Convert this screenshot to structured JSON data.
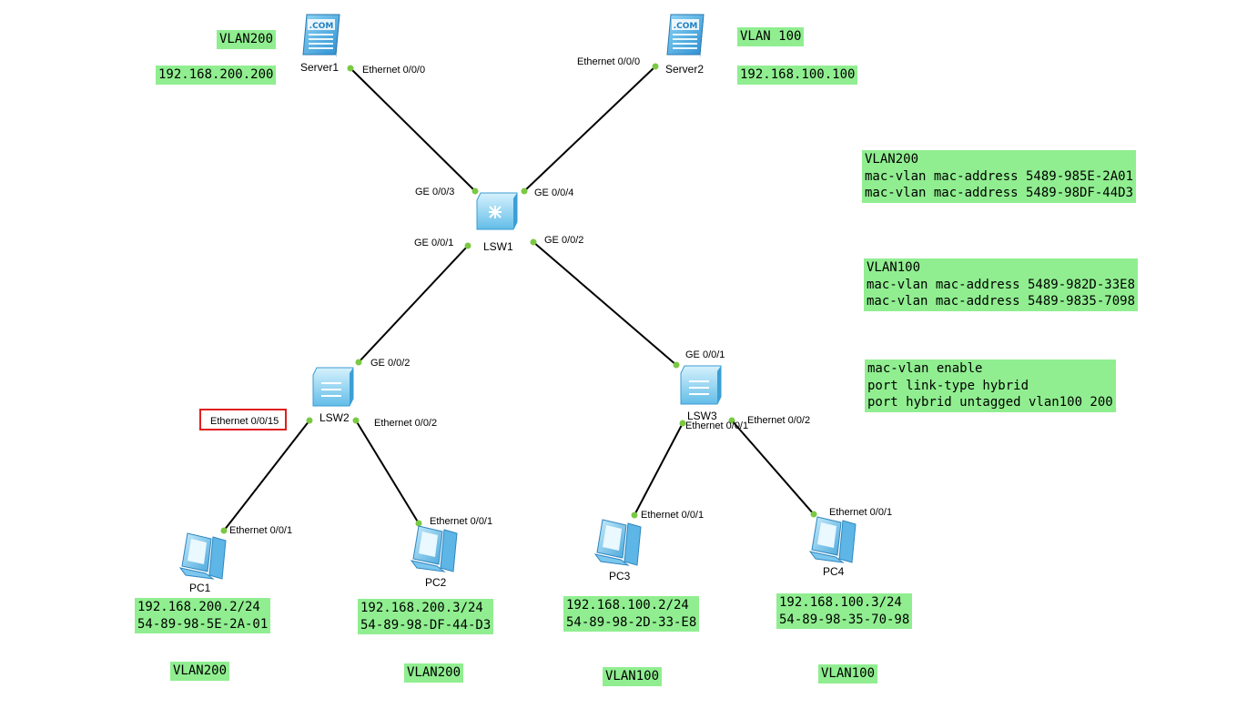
{
  "devices": {
    "server1": "Server1",
    "server2": "Server2",
    "lsw1": "LSW1",
    "lsw2": "LSW2",
    "lsw3": "LSW3",
    "pc1": "PC1",
    "pc2": "PC2",
    "pc3": "PC3",
    "pc4": "PC4",
    "server_badge": ".COM"
  },
  "ports": {
    "server1_eth": "Ethernet 0/0/0",
    "server2_eth": "Ethernet 0/0/0",
    "lsw1_ge3": "GE 0/0/3",
    "lsw1_ge4": "GE 0/0/4",
    "lsw1_ge1": "GE 0/0/1",
    "lsw1_ge2": "GE 0/0/2",
    "lsw2_ge2": "GE 0/0/2",
    "lsw2_eth15": "Ethernet 0/0/15",
    "lsw2_eth2": "Ethernet 0/0/2",
    "lsw3_ge1": "GE 0/0/1",
    "lsw3_eth1": "Ethernet 0/0/1",
    "lsw3_eth2": "Ethernet 0/0/2",
    "pc1_eth": "Ethernet 0/0/1",
    "pc2_eth": "Ethernet 0/0/1",
    "pc3_eth": "Ethernet 0/0/1",
    "pc4_eth": "Ethernet 0/0/1"
  },
  "notes": {
    "server1_vlan": "VLAN200",
    "server1_ip": "192.168.200.200",
    "server2_vlan": "VLAN 100",
    "server2_ip": "192.168.100.100",
    "vlan200_block": [
      "VLAN200",
      "mac-vlan mac-address 5489-985E-2A01",
      "mac-vlan mac-address 5489-98DF-44D3"
    ],
    "vlan100_block": [
      "VLAN100",
      "mac-vlan mac-address 5489-982D-33E8",
      "mac-vlan mac-address 5489-9835-7098"
    ],
    "config_block": [
      "mac-vlan enable",
      "port link-type hybrid",
      "port hybrid untagged vlan100 200"
    ],
    "pc1_info": [
      "192.168.200.2/24",
      "54-89-98-5E-2A-01"
    ],
    "pc2_info": [
      "192.168.200.3/24",
      "54-89-98-DF-44-D3"
    ],
    "pc3_info": [
      "192.168.100.2/24",
      "54-89-98-2D-33-E8"
    ],
    "pc4_info": [
      "192.168.100.3/24",
      "54-89-98-35-70-98"
    ],
    "pc1_vlan": "VLAN200",
    "pc2_vlan": "VLAN200",
    "pc3_vlan": "VLAN100",
    "pc4_vlan": "VLAN100"
  },
  "colors": {
    "note_bg": "#90ee90",
    "port_dot": "#7ac943",
    "highlight_border": "#e02020",
    "device_blue": "#4fb3e8"
  }
}
